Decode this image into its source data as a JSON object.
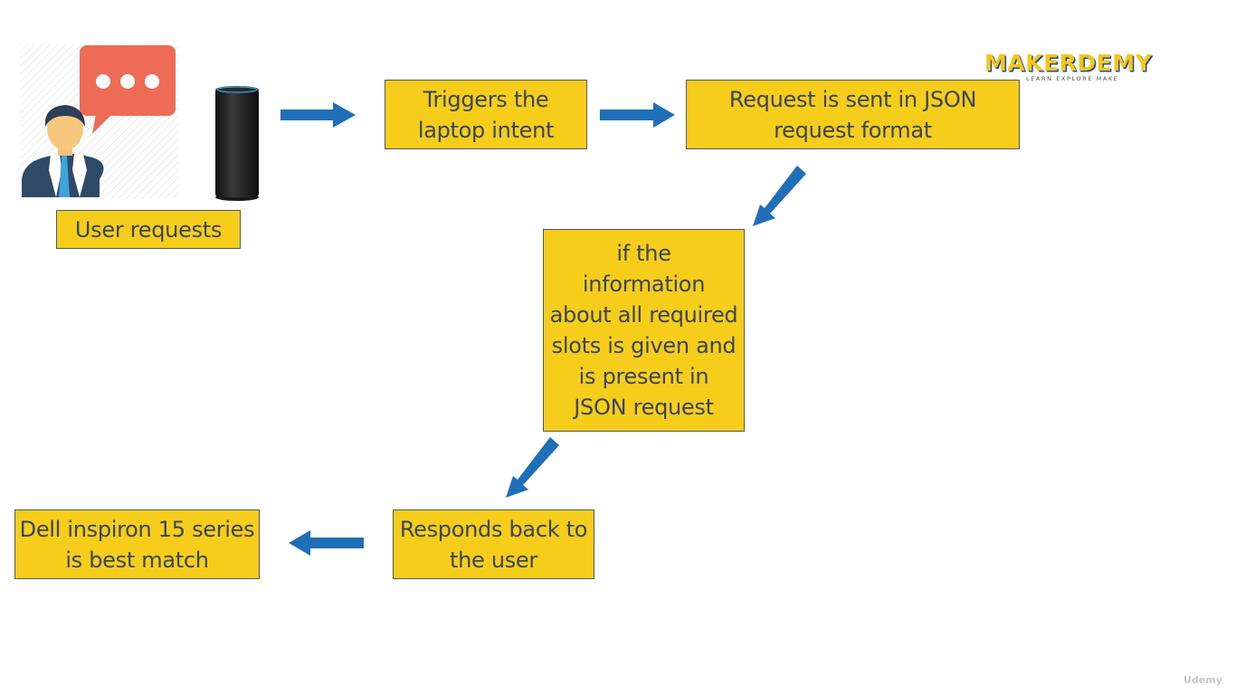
{
  "nodes": {
    "user": "User requests",
    "trigger": "Triggers the\nlaptop intent",
    "request": "Request is sent in JSON\nrequest format",
    "info": "if the\ninformation\nabout all required\nslots is given and\nis present in\nJSON request",
    "respond": "Responds back to\nthe user",
    "dell": "Dell inspiron 15 series\nis best match"
  },
  "logo": {
    "word": "MAKERDEMY",
    "tagline": "LEARN EXPLORE MAKE"
  },
  "watermark": "Udemy",
  "colors": {
    "box_fill": "#f5cd1a",
    "box_border": "#4a5a6a",
    "box_text": "#3a4656",
    "arrow": "#1f6fb8",
    "bubble": "#ee6b55"
  },
  "icons": [
    "user-avatar-icon",
    "speech-bubble-icon",
    "smart-speaker-icon"
  ],
  "edges": [
    [
      "user",
      "trigger"
    ],
    [
      "trigger",
      "request"
    ],
    [
      "request",
      "info"
    ],
    [
      "info",
      "respond"
    ],
    [
      "respond",
      "dell"
    ]
  ]
}
